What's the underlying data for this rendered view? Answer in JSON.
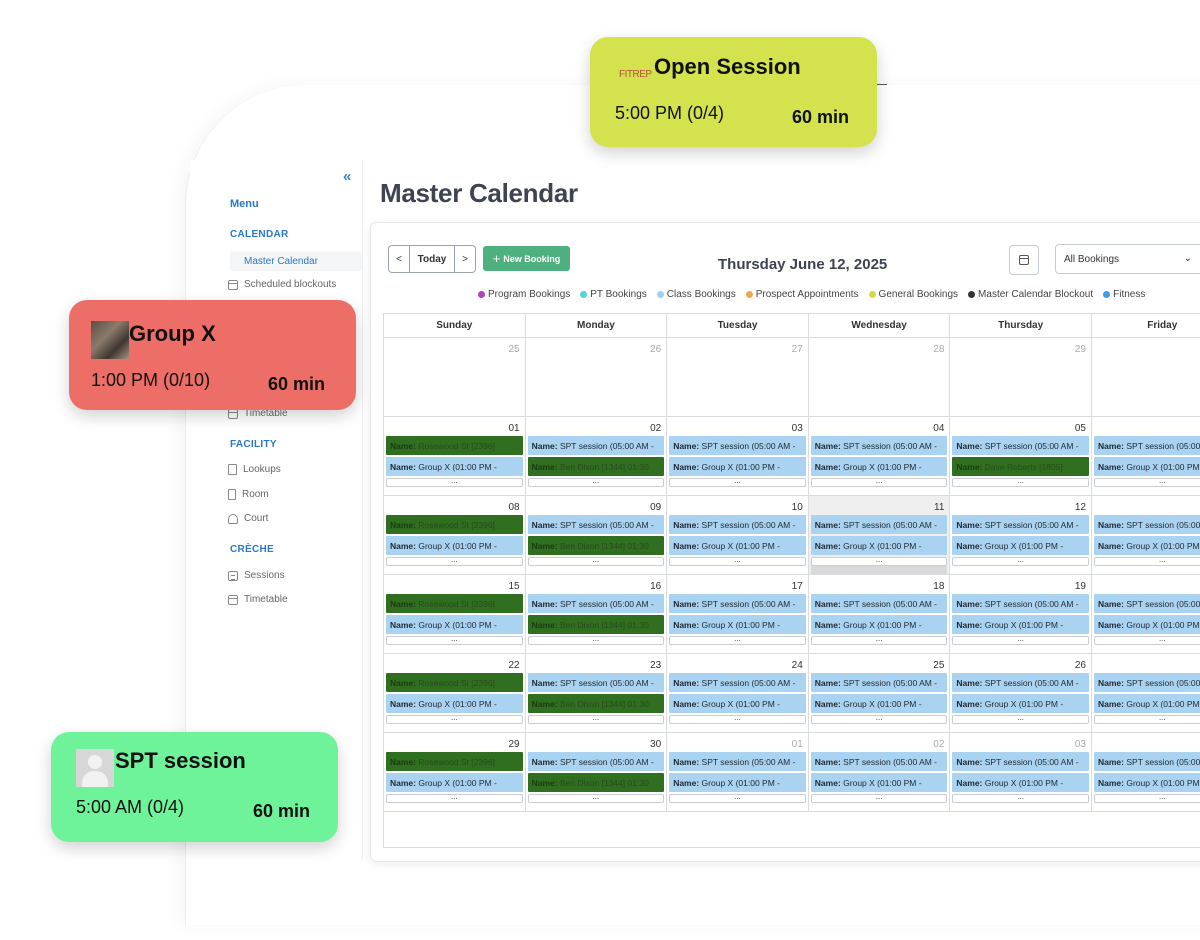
{
  "sidebar": {
    "collapse_label": "«",
    "menu_title": "Menu",
    "sections": [
      {
        "title": "CALENDAR"
      },
      {
        "title": "FACILITY"
      },
      {
        "title": "CRÈCHE"
      }
    ],
    "items": {
      "master_calendar": "Master Calendar",
      "scheduled_blockouts": "Scheduled blockouts",
      "timetable_1": "Timetable",
      "lookups": "Lookups",
      "room": "Room",
      "court": "Court",
      "sessions": "Sessions",
      "timetable_2": "Timetable"
    }
  },
  "page_title": "Master Calendar",
  "toolbar": {
    "prev": "<",
    "today": "Today",
    "next": ">",
    "new_booking": "New Booking",
    "new_booking_icon": "+",
    "current_date": "Thursday June 12, 2025",
    "filter_value": "All Bookings",
    "filter_chevron": "⌄"
  },
  "legend": [
    {
      "label": "Program Bookings",
      "color": "#b43fc0"
    },
    {
      "label": "PT Bookings",
      "color": "#4fd6d6"
    },
    {
      "label": "Class Bookings",
      "color": "#9fd0f0"
    },
    {
      "label": "Prospect Appointments",
      "color": "#eea94a"
    },
    {
      "label": "General Bookings",
      "color": "#cfdc4a"
    },
    {
      "label": "Master Calendar Blockout",
      "color": "#333333"
    },
    {
      "label": "Fitness",
      "color": "#3f9be8"
    }
  ],
  "weekdays": [
    "Sunday",
    "Monday",
    "Tuesday",
    "Wednesday",
    "Thursday",
    "Friday"
  ],
  "weeks": [
    {
      "days": [
        "25",
        "26",
        "27",
        "28",
        "29",
        ""
      ],
      "muted": [
        true,
        true,
        true,
        true,
        true,
        true
      ],
      "events": false
    },
    {
      "days": [
        "01",
        "02",
        "03",
        "04",
        "05",
        ""
      ],
      "muted": [
        false,
        false,
        false,
        false,
        false,
        false
      ],
      "events": true
    },
    {
      "days": [
        "08",
        "09",
        "10",
        "11",
        "12",
        ""
      ],
      "muted": [
        false,
        false,
        false,
        false,
        false,
        false
      ],
      "events": true
    },
    {
      "days": [
        "15",
        "16",
        "17",
        "18",
        "19",
        ""
      ],
      "muted": [
        false,
        false,
        false,
        false,
        false,
        false
      ],
      "events": true
    },
    {
      "days": [
        "22",
        "23",
        "24",
        "25",
        "26",
        ""
      ],
      "muted": [
        false,
        false,
        false,
        false,
        false,
        false
      ],
      "events": true
    },
    {
      "days": [
        "29",
        "30",
        "01",
        "02",
        "03",
        ""
      ],
      "muted": [
        false,
        false,
        true,
        true,
        true,
        true
      ],
      "events": true
    }
  ],
  "events": {
    "name_label": "Name:",
    "spt": "SPT session (05:00 AM -",
    "groupx": "Group X (01:00 PM -",
    "green_sunday": "Rosewood St [2396]",
    "green_monday": "Ben Dixon [1344] 01:30",
    "green_thursday_w2": "Dave Roberts [1805]",
    "more": "..."
  },
  "today_highlight": {
    "week": 2,
    "day": 3
  },
  "floating_cards": {
    "open_session": {
      "brand": "FITREP",
      "title": "Open Session",
      "time": "5:00 PM (0/4)",
      "duration": "60 min"
    },
    "group_x": {
      "title": "Group X",
      "time": "1:00 PM (0/10)",
      "duration": "60 min"
    },
    "spt_session": {
      "title": "SPT session",
      "time": "5:00 AM (0/4)",
      "duration": "60 min"
    }
  }
}
